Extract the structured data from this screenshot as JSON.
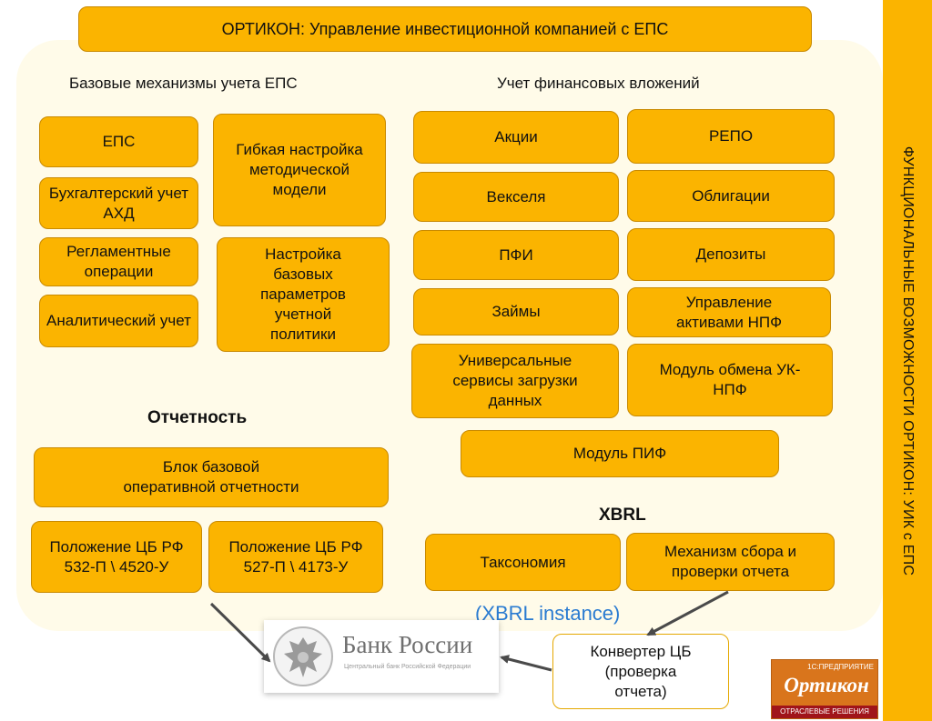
{
  "title": "ОРТИКОН: Управление инвестиционной компанией с ЕПС",
  "sidebar_text": "ФУНКЦИОНАЛЬНЫЕ ВОЗМОЖНОСТИ ОРТИКОН: УИК с ЕПС",
  "sections": {
    "base": "Базовые механизмы учета ЕПС",
    "investments": "Учет финансовых вложений",
    "reporting": "Отчетность",
    "xbrl": "XBRL"
  },
  "base_boxes": {
    "eps": "ЕПС",
    "accounting": "Бухгалтерский учет АХД",
    "regulatory": "Регламентные операции",
    "analytical": "Аналитический учет",
    "flexible": "Гибкая настройка методической модели",
    "settings": "Настройка базовых параметров учетной политики"
  },
  "investment_boxes": {
    "shares": "Акции",
    "repo": "РЕПО",
    "bills": "Векселя",
    "bonds": "Облигации",
    "derivatives": "ПФИ",
    "deposits": "Депозиты",
    "loans": "Займы",
    "npf_assets": "Управление активами НПФ",
    "data_loading": "Универсальные сервисы загрузки данных",
    "exchange": "Модуль обмена УК-НПФ",
    "pif": "Модуль ПИФ"
  },
  "reporting_boxes": {
    "block": "Блок базовой оперативной отчетности",
    "reg532": "Положение ЦБ РФ 532-П \\ 4520-У",
    "reg527": "Положение ЦБ РФ 527-П \\ 4173-У"
  },
  "xbrl_boxes": {
    "taxonomy": "Таксономия",
    "collect": "Механизм сбора и проверки отчета"
  },
  "xbrl_instance": "(XBRL instance)",
  "converter": "Конвертер ЦБ (проверка отчета)",
  "bank": {
    "name": "Банк России",
    "subtitle": "Центральный банк Российской Федерации"
  },
  "logo": {
    "top": "1С:ПРЕДПРИЯТИЕ",
    "word": "Ортикон",
    "bottom": "ОТРАСЛЕВЫЕ РЕШЕНИЯ"
  },
  "colors": {
    "box_fill": "#fbb400",
    "panel": "#fffbe9",
    "instance_text": "#2a7bd1",
    "arrow": "#4a4a4a"
  }
}
